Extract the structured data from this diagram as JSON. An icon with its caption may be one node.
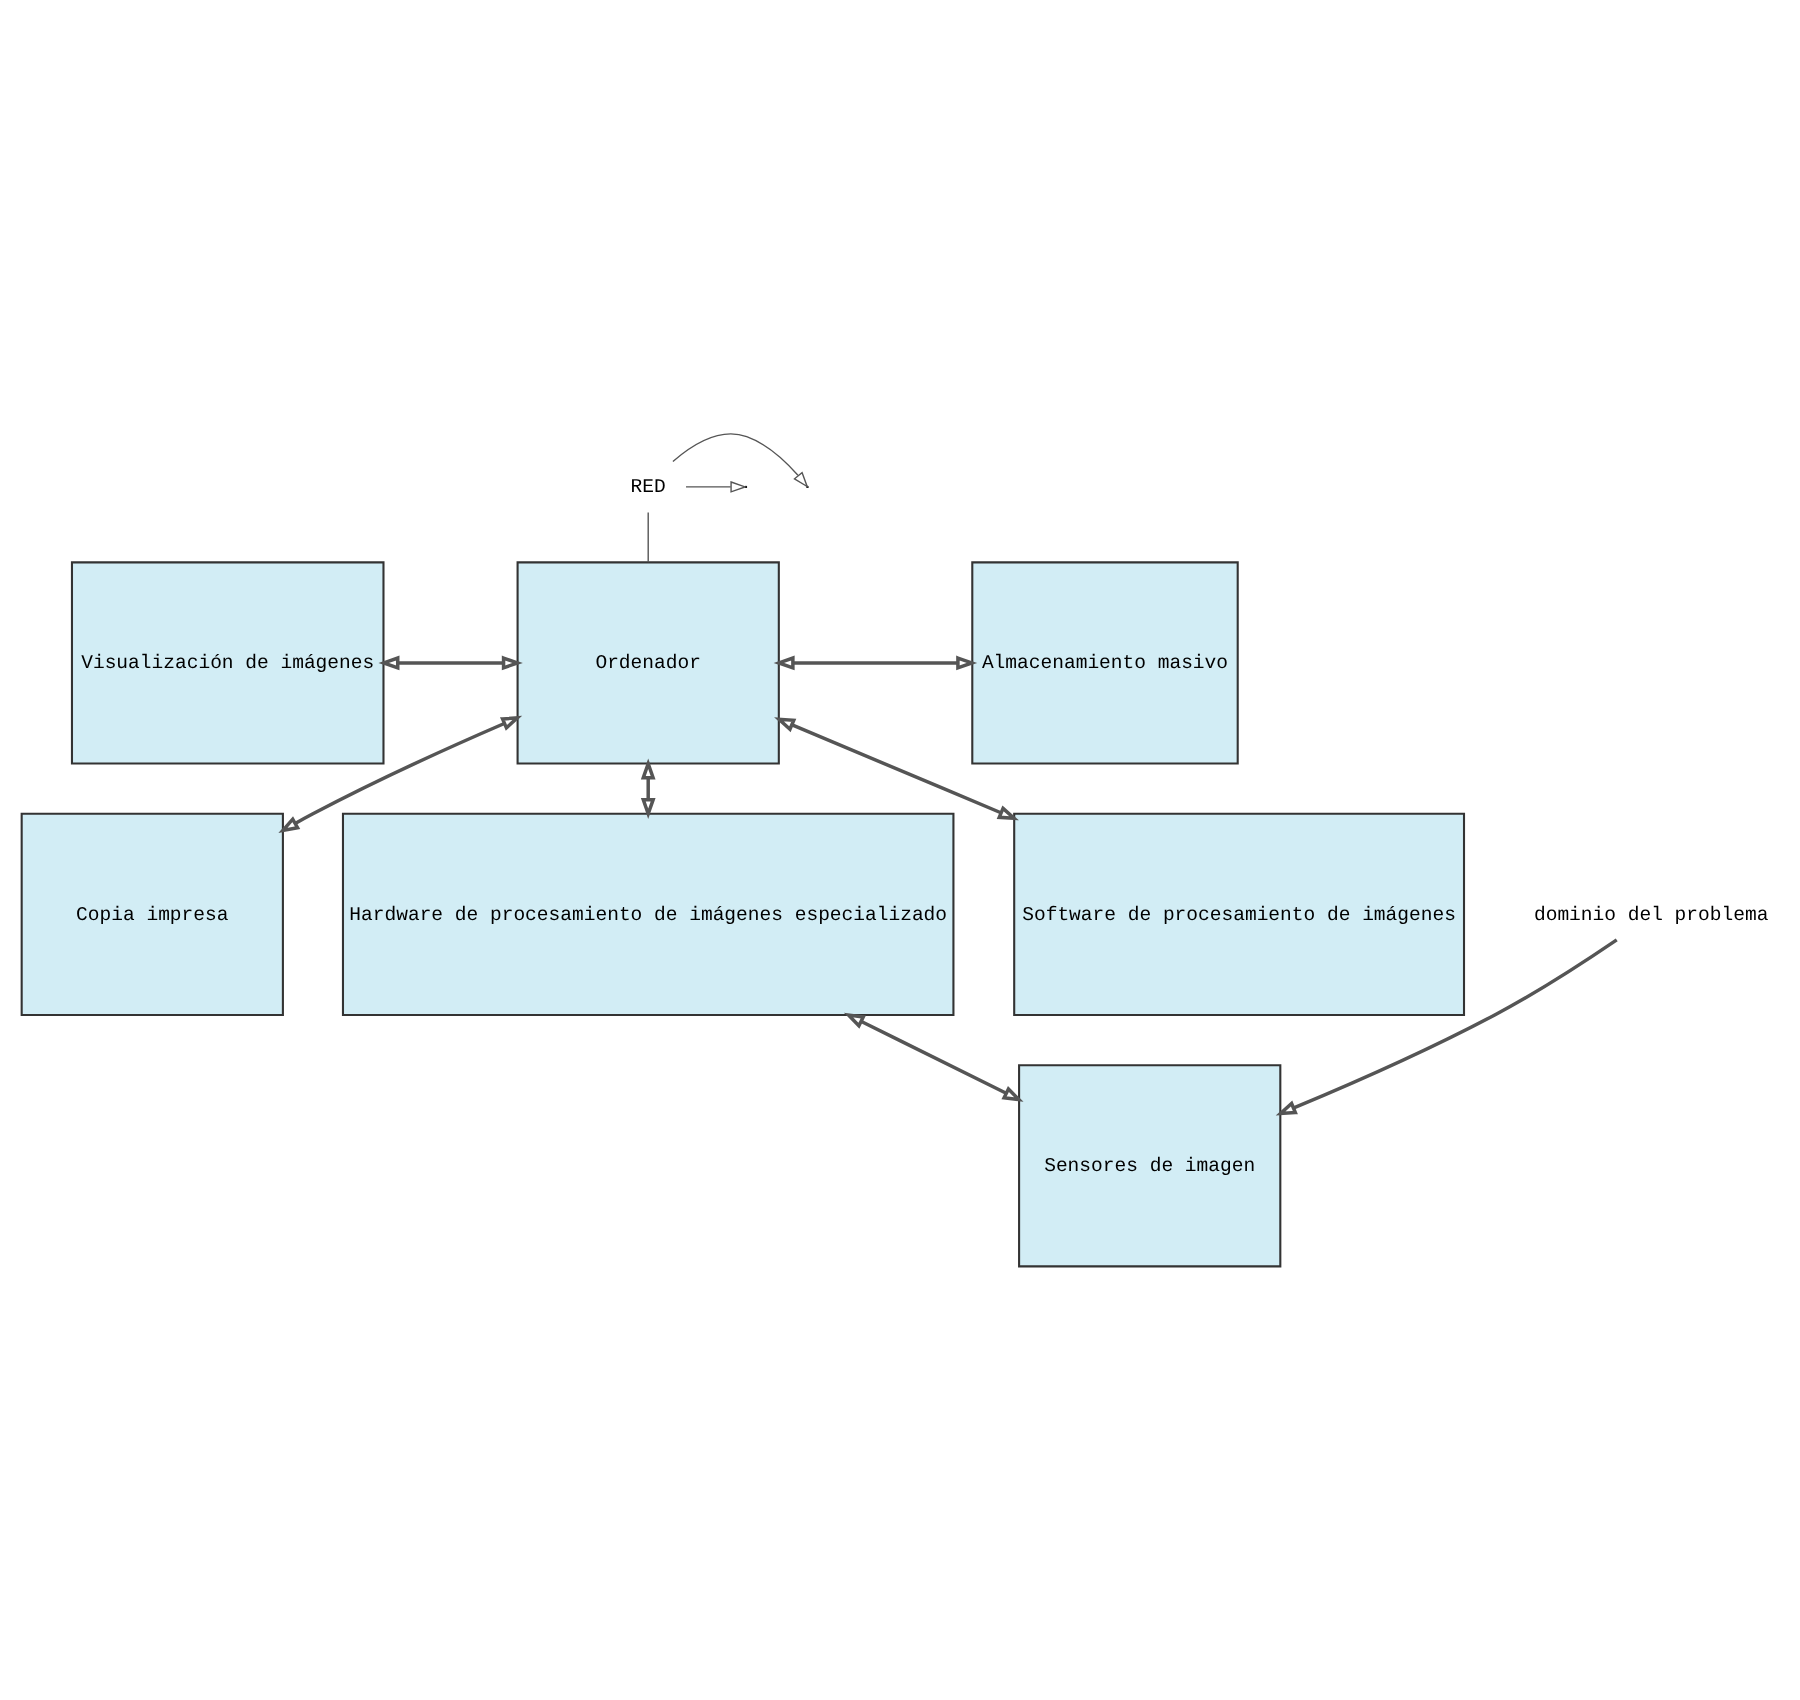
{
  "diagram": {
    "nodes": [
      {
        "text": [
          "RED"
        ]
      },
      {
        "text": [
          "Visualización de imágenes"
        ]
      },
      {
        "text": [
          "Ordenador"
        ]
      },
      {
        "text": [
          "Almacenamiento masivo"
        ]
      },
      {
        "text": [
          "Copia impresa"
        ]
      },
      {
        "text": [
          "Hardware de procesamiento de imágenes especializado"
        ]
      },
      {
        "text": [
          "Software de procesamiento de imágenes"
        ]
      },
      {
        "text": [
          "Sensores de imagen"
        ]
      },
      {
        "text": [
          "dominio del problema"
        ]
      }
    ],
    "edges": [
      {
        "from": 0,
        "to": null,
        "arrow": "to"
      },
      {
        "from": 0,
        "to": null,
        "arrow": "to"
      },
      {
        "from": 0,
        "to": 2,
        "arrow": "none"
      },
      {
        "from": 1,
        "to": 2,
        "arrow": "both"
      },
      {
        "from": 2,
        "to": 3,
        "arrow": "both"
      },
      {
        "from": 4,
        "to": 2,
        "arrow": "both"
      },
      {
        "from": 2,
        "to": 5,
        "arrow": "both"
      },
      {
        "from": 6,
        "to": 2,
        "arrow": "both"
      },
      {
        "from": 5,
        "to": 7,
        "arrow": "both"
      },
      {
        "from": 8,
        "to": 7,
        "arrow": "to"
      }
    ]
  }
}
